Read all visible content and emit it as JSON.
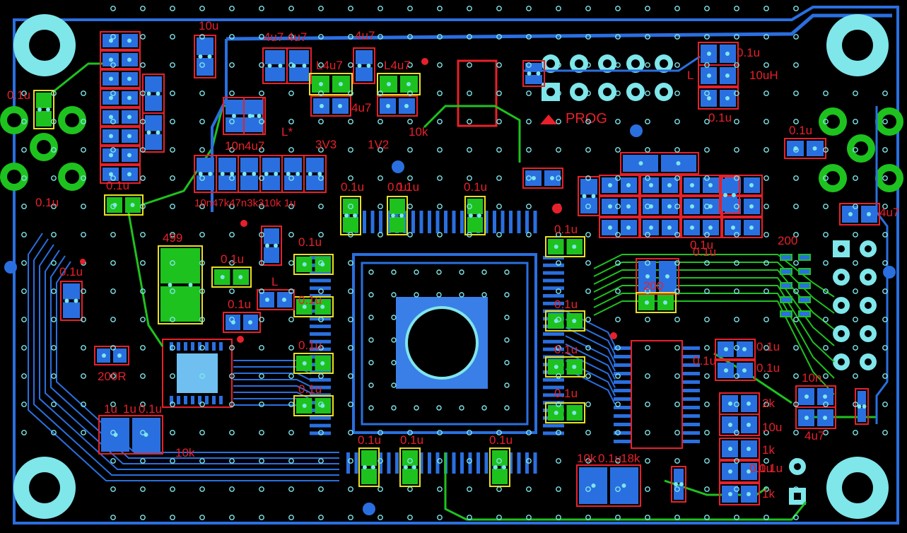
{
  "title": "",
  "colors": {
    "background": "#000000",
    "copper_top": "#2a6fe0",
    "copper_inner": "#3a7ee8",
    "via": "#7fe6ea",
    "pad_bottom": "#1ec21e",
    "silkscreen_red": "#e8202a",
    "silkscreen_yellow": "#e8e020",
    "thermal": "#6fc0f0"
  },
  "board_marking": "PROG",
  "component_labels": [
    {
      "id": "c-10u-top",
      "text": "10u"
    },
    {
      "id": "c-4u7-a",
      "text": "4u7"
    },
    {
      "id": "c-4u7-b",
      "text": "4u7"
    },
    {
      "id": "c-4u7-c",
      "text": "4u7"
    },
    {
      "id": "l-4u7-a",
      "text": "L4u7"
    },
    {
      "id": "l-4u7-b",
      "text": "L4u7"
    },
    {
      "id": "c-4u7-d",
      "text": "4u7"
    },
    {
      "id": "r-10k-top",
      "text": "10k"
    },
    {
      "id": "l-star",
      "text": "L*"
    },
    {
      "id": "net-3v3",
      "text": "3V3"
    },
    {
      "id": "net-1v2",
      "text": "1V2"
    },
    {
      "id": "c-10n",
      "text": "10n"
    },
    {
      "id": "c-4u7-e",
      "text": "4u7"
    },
    {
      "id": "c-0u1-left",
      "text": "0.1u"
    },
    {
      "id": "c-0u1-a",
      "text": "0.1u"
    },
    {
      "id": "r-array",
      "text": "10n47k47n3k310k 1u"
    },
    {
      "id": "c-0u1-b",
      "text": "0.1u"
    },
    {
      "id": "c-0u1-c",
      "text": "0.1u"
    },
    {
      "id": "c-0u1-d",
      "text": "0.1u"
    },
    {
      "id": "c-0u1-e",
      "text": "0.1u"
    },
    {
      "id": "r-499",
      "text": "499"
    },
    {
      "id": "c-0u1-f",
      "text": "0.1u"
    },
    {
      "id": "l-mid",
      "text": "L"
    },
    {
      "id": "c-0u1-g",
      "text": "0.1u"
    },
    {
      "id": "c-0u1-h",
      "text": "0.1u"
    },
    {
      "id": "c-0u1-i",
      "text": "0.1u"
    },
    {
      "id": "c-0u1-j",
      "text": "0.1u"
    },
    {
      "id": "c-0u1-k",
      "text": "0.1u"
    },
    {
      "id": "c-0u1-l",
      "text": "0.1u"
    },
    {
      "id": "r-200r",
      "text": "200R"
    },
    {
      "id": "c-1u-a",
      "text": "1u"
    },
    {
      "id": "c-1u-b",
      "text": "1u"
    },
    {
      "id": "c-0u1-m",
      "text": "0.1u"
    },
    {
      "id": "r-10k-left",
      "text": "10k"
    },
    {
      "id": "c-0u1-n",
      "text": "0.1u"
    },
    {
      "id": "c-0u1-o",
      "text": "0.1u"
    },
    {
      "id": "c-0u1-p",
      "text": "0.1u"
    },
    {
      "id": "c-0u1-q",
      "text": "0.1u"
    },
    {
      "id": "c-0u1-r",
      "text": "0.1u"
    },
    {
      "id": "c-0u1-s",
      "text": "0.1u"
    },
    {
      "id": "c-0u1-t",
      "text": "0.1u"
    },
    {
      "id": "c-0u1-u",
      "text": "0.1u"
    },
    {
      "id": "c-0u1-v",
      "text": "0.1u"
    },
    {
      "id": "c-0u1-w",
      "text": "0.1u"
    },
    {
      "id": "c-0u1-x",
      "text": "0.1u"
    },
    {
      "id": "r-200-a",
      "text": "200"
    },
    {
      "id": "r-200-b",
      "text": "200"
    },
    {
      "id": "c-0u1-r1",
      "text": "0.1u"
    },
    {
      "id": "l-10uh",
      "text": "10uH"
    },
    {
      "id": "c-0u1-r2",
      "text": "0.1u"
    },
    {
      "id": "c-0u1-r3",
      "text": "0.1u"
    },
    {
      "id": "l-r",
      "text": "L"
    },
    {
      "id": "c-4u7-r",
      "text": "4u7"
    },
    {
      "id": "c-0u1-r4",
      "text": "0.1u"
    },
    {
      "id": "c-0u1-r5",
      "text": "0.1u"
    },
    {
      "id": "c-10n-r",
      "text": "10n"
    },
    {
      "id": "c-4u7-r2",
      "text": "4u7"
    },
    {
      "id": "r-2k",
      "text": "2k"
    },
    {
      "id": "c-10u-r",
      "text": "10u"
    },
    {
      "id": "r-1k-a",
      "text": "1k"
    },
    {
      "id": "c-0u1-r6",
      "text": "0.1u"
    },
    {
      "id": "r-1k-b",
      "text": "1k"
    },
    {
      "id": "r-10k-b",
      "text": "10k"
    },
    {
      "id": "c-0u1-b2",
      "text": "0.1u"
    },
    {
      "id": "r-18k",
      "text": "18k"
    },
    {
      "id": "c-0u1-y",
      "text": "0.1u"
    }
  ]
}
